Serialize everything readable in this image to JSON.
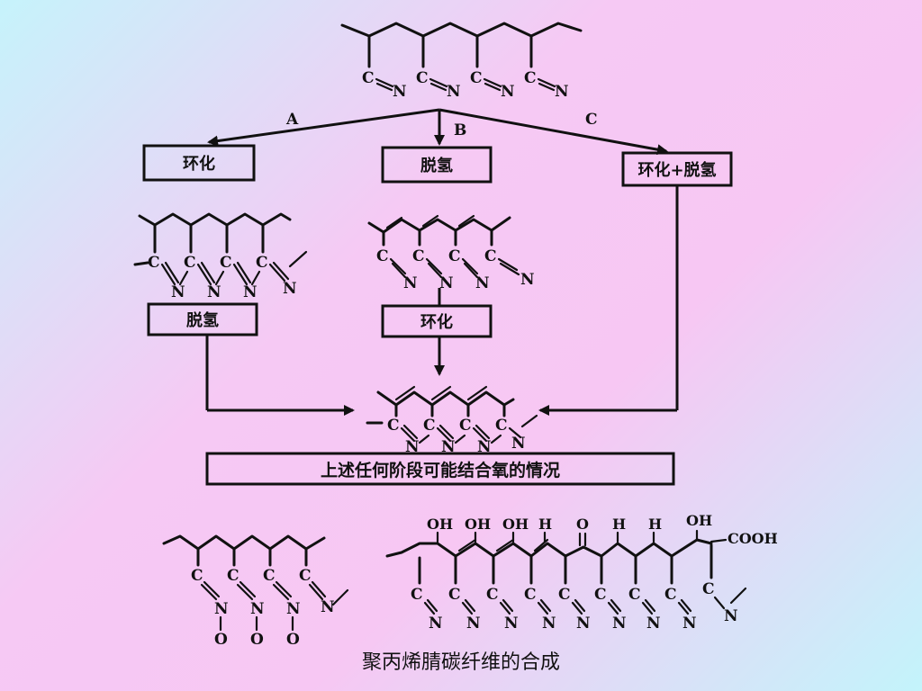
{
  "path_labels": {
    "a": "A",
    "b": "B",
    "c": "C"
  },
  "steps": {
    "a1": "环化",
    "b1": "脱氢",
    "c1": "环化+脱氢",
    "a2": "脱氢",
    "b2": "环化",
    "final": "上述任何阶段可能结合氧的情况"
  },
  "atoms": {
    "carbon": "C",
    "nitrogen": "N",
    "oxygen": "O",
    "hydrogen": "H",
    "hydroxyl": "OH",
    "carboxyl": "COOH"
  },
  "caption": "聚丙烯腈碳纤维的合成"
}
